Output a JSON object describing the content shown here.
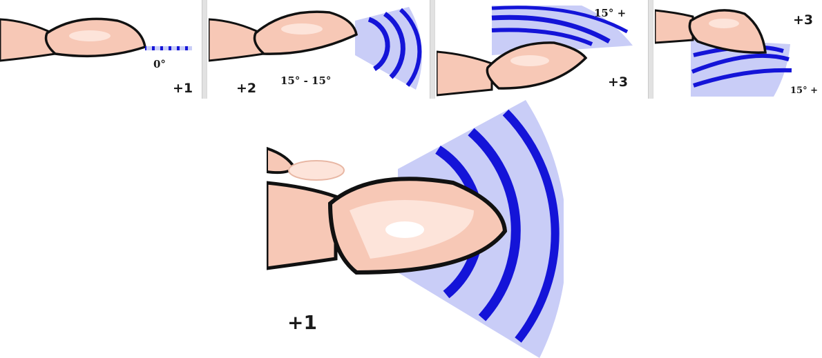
{
  "colors": {
    "skin": "#f7c8b6",
    "skin_light": "#fde4da",
    "outline": "#111111",
    "wave_light": "#c9cdf7",
    "wave_dark": "#1414d8",
    "separator": "#e2e2e2"
  },
  "panels": [
    {
      "level": "+1",
      "angle": "0°"
    },
    {
      "level": "+2",
      "angle": "15° - 15°"
    },
    {
      "level": "+3",
      "angle": "15° +"
    },
    {
      "level": "+3",
      "angle": "15° +"
    }
  ],
  "main": {
    "level": "+1"
  }
}
